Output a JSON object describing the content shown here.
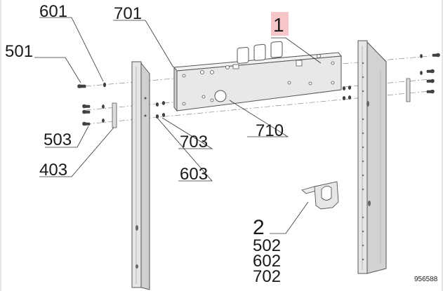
{
  "callouts": {
    "c601": "601",
    "c701": "701",
    "c1": "1",
    "c501": "501",
    "c503": "503",
    "c403": "403",
    "c710": "710",
    "c703": "703",
    "c603": "603",
    "c2": "2",
    "c502": "502",
    "c602": "602",
    "c702": "702"
  },
  "drawing_number": "956588",
  "colors": {
    "highlight": "#f6c6c9",
    "part_fill": "#e9e9e9",
    "part_edge": "#555555",
    "leader": "#333333"
  }
}
